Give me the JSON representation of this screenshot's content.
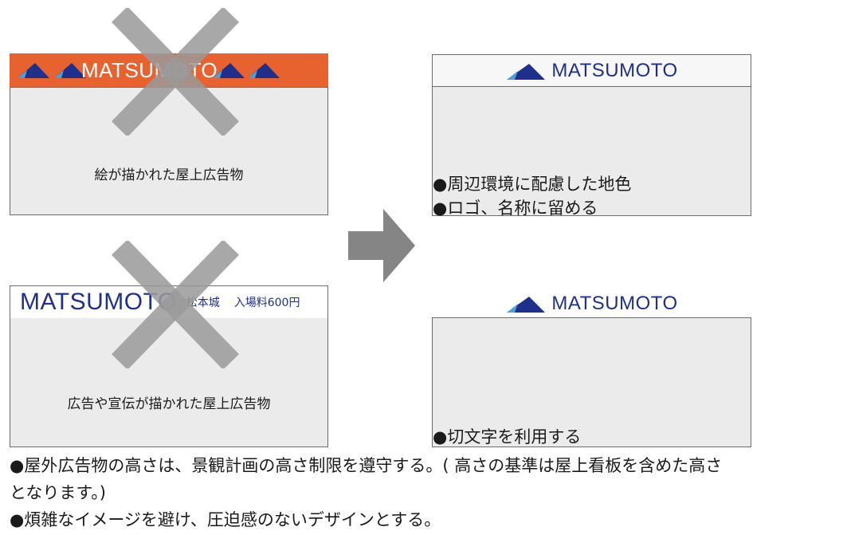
{
  "panels": {
    "bad_picture": {
      "logo_text": "MATSUMOTO",
      "caption": "絵が描かれた屋上広告物"
    },
    "bad_ad": {
      "logo_text": "MATSUMOTO",
      "castle_text": "松本城",
      "fee_text": "入場料600円",
      "caption": "広告や宣伝が描かれた屋上広告物"
    },
    "good_color": {
      "logo_text": "MATSUMOTO",
      "points": [
        "●周辺環境に配慮した地色",
        "●ロゴ、名称に留める"
      ]
    },
    "good_cutout": {
      "logo_text": "MATSUMOTO",
      "points": [
        "●切文字を利用する"
      ]
    }
  },
  "notes": [
    "●屋外広告物の高さは、景観計画の高さ制限を遵守する。( 高さの基準は屋上看板を含めた高さ",
    "となります。)",
    "●煩雑なイメージを避け、圧迫感のないデザインとする。"
  ],
  "colors": {
    "orange_banner": "#e8622f",
    "navy": "#1f2f8c",
    "panel_fill": "#ebebeb",
    "cross": "#9a9a9a",
    "arrow": "#858585"
  },
  "icons": {
    "mountain": "mountain-icon",
    "cross": "cross-icon",
    "arrow": "right-arrow-icon"
  }
}
